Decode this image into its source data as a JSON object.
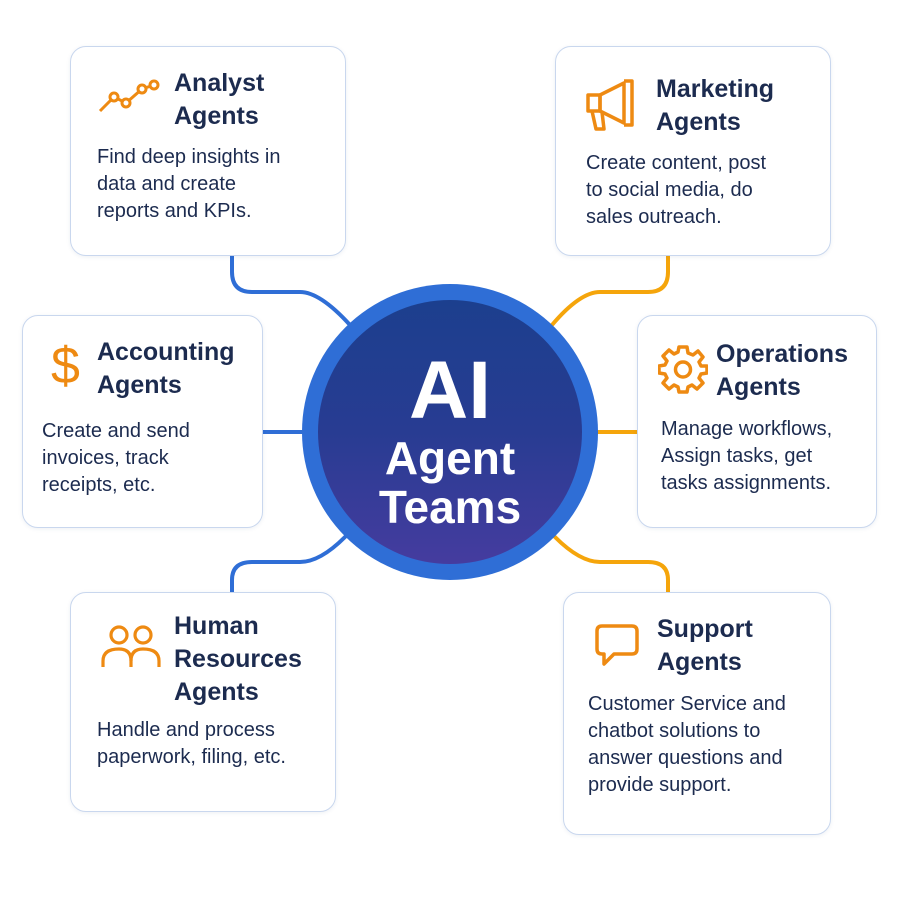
{
  "hub": {
    "line1": "AI",
    "line2": "Agent",
    "line3": "Teams"
  },
  "colors": {
    "blue": "#2f6ed6",
    "orange": "#f5a50b",
    "icon": "#ee8a12",
    "text": "#1c2b4f"
  },
  "cards": {
    "analyst": {
      "title1": "Analyst",
      "title2": "Agents",
      "desc": [
        "Find deep insights in",
        "data and create",
        "reports and KPIs."
      ],
      "icon": "line-chart-icon"
    },
    "marketing": {
      "title1": "Marketing",
      "title2": "Agents",
      "desc": [
        "Create content, post",
        "to social media, do",
        "sales outreach."
      ],
      "icon": "megaphone-icon"
    },
    "accounting": {
      "title1": "Accounting",
      "title2": "Agents",
      "desc": [
        "Create and send",
        "invoices, track",
        "receipts, etc."
      ],
      "icon": "dollar-icon"
    },
    "operations": {
      "title1": "Operations",
      "title2": "Agents",
      "desc": [
        "Manage workflows,",
        "Assign tasks, get",
        "tasks assignments."
      ],
      "icon": "gear-icon"
    },
    "hr": {
      "title1": "Human",
      "title2": "Resources",
      "title3": "Agents",
      "desc": [
        "Handle and process",
        "paperwork, filing, etc."
      ],
      "icon": "people-icon"
    },
    "support": {
      "title1": "Support",
      "title2": "Agents",
      "desc": [
        "Customer Service and",
        "chatbot solutions to",
        "answer questions and",
        "provide support."
      ],
      "icon": "chat-bubble-icon"
    }
  }
}
